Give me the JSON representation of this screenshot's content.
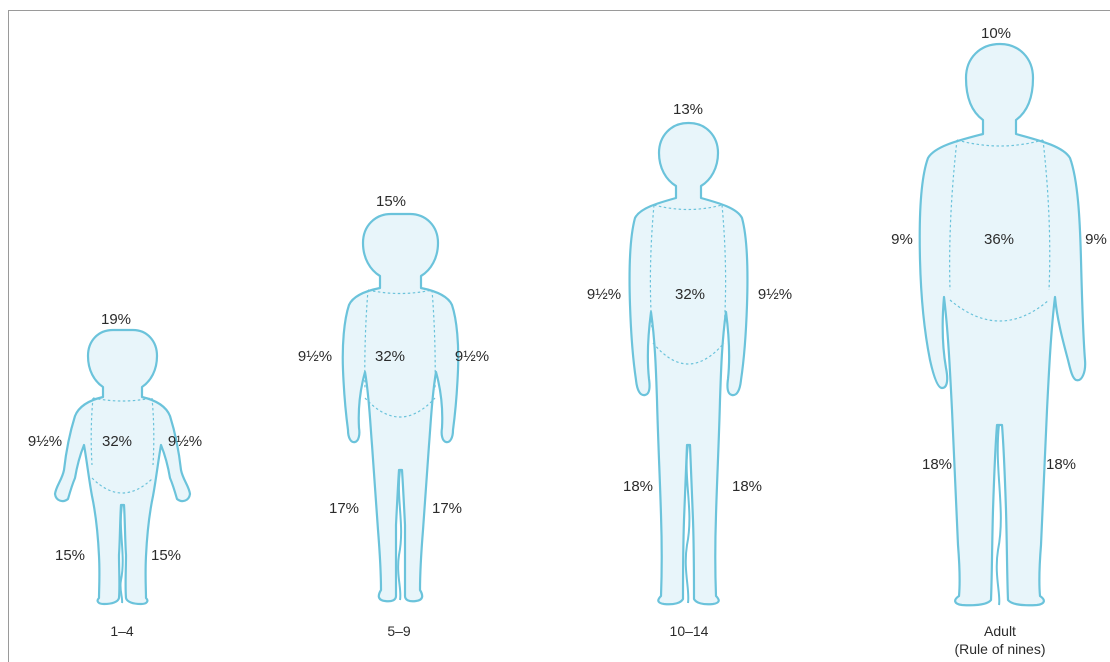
{
  "figures": [
    {
      "age_label": "1–4",
      "head": "19%",
      "arm_left": "9½%",
      "trunk": "32%",
      "arm_right": "9½%",
      "leg_left": "15%",
      "leg_right": "15%"
    },
    {
      "age_label": "5–9",
      "head": "15%",
      "arm_left": "9½%",
      "trunk": "32%",
      "arm_right": "9½%",
      "leg_left": "17%",
      "leg_right": "17%"
    },
    {
      "age_label": "10–14",
      "head": "13%",
      "arm_left": "9½%",
      "trunk": "32%",
      "arm_right": "9½%",
      "leg_left": "18%",
      "leg_right": "18%"
    },
    {
      "age_label": "Adult",
      "age_sublabel": "(Rule of nines)",
      "head": "10%",
      "arm_left": "9%",
      "trunk": "36%",
      "arm_right": "9%",
      "leg_left": "18%",
      "leg_right": "18%"
    }
  ],
  "colors": {
    "outline": "#6bc3db",
    "fill": "#e8f5fa",
    "text": "#2b2b2b"
  }
}
